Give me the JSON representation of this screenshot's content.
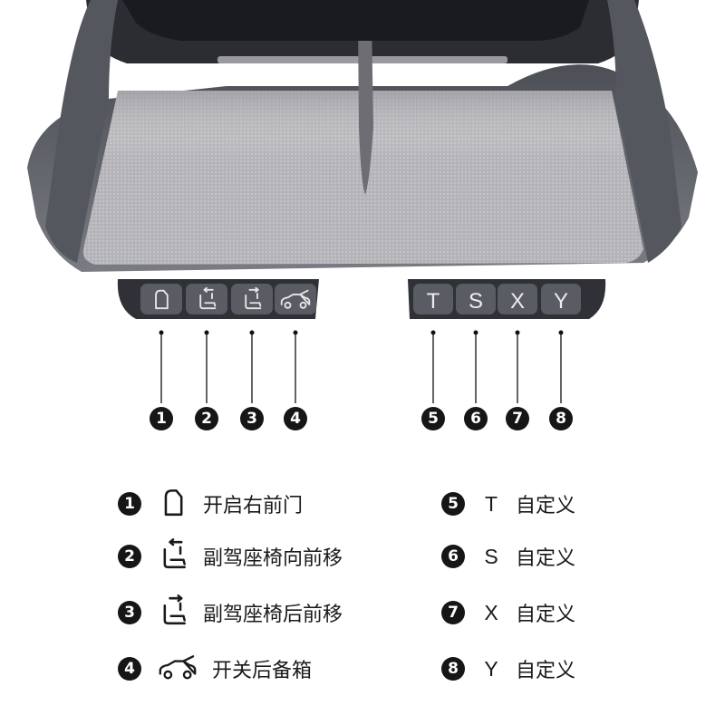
{
  "panel_buttons": [
    {
      "id": 1,
      "icon": "front-door-icon"
    },
    {
      "id": 2,
      "icon": "seat-forward-icon"
    },
    {
      "id": 3,
      "icon": "seat-backward-icon"
    },
    {
      "id": 4,
      "icon": "car-trunk-icon"
    }
  ],
  "letter_buttons": [
    {
      "id": 5,
      "label": "T"
    },
    {
      "id": 6,
      "label": "S"
    },
    {
      "id": 7,
      "label": "X"
    },
    {
      "id": 8,
      "label": "Y"
    }
  ],
  "callouts": [
    "1",
    "2",
    "3",
    "4",
    "5",
    "6",
    "7",
    "8"
  ],
  "legend_left": [
    {
      "num": "1",
      "icon": "front-door-icon",
      "text": "开启右前门"
    },
    {
      "num": "2",
      "icon": "seat-forward-icon",
      "text": "副驾座椅向前移"
    },
    {
      "num": "3",
      "icon": "seat-backward-icon",
      "text": "副驾座椅后前移"
    },
    {
      "num": "4",
      "icon": "car-trunk-icon",
      "text": "开关后备箱"
    }
  ],
  "legend_right": [
    {
      "num": "5",
      "letter": "T",
      "text": "自定义"
    },
    {
      "num": "6",
      "letter": "S",
      "text": "自定义"
    },
    {
      "num": "7",
      "letter": "X",
      "text": "自定义"
    },
    {
      "num": "8",
      "letter": "Y",
      "text": "自定义"
    }
  ],
  "colors": {
    "panel": "#3f4148",
    "button": "#595c63",
    "tray": "#b9b8bc",
    "bezel": "#6a6c73"
  }
}
